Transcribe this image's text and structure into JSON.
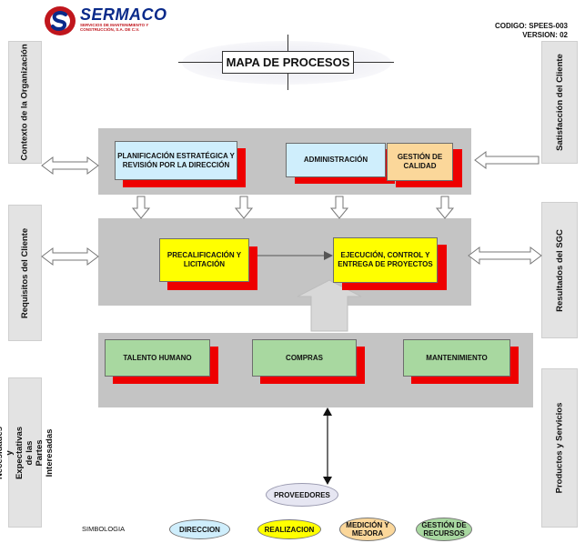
{
  "header": {
    "logo_text": "SERMACO",
    "logo_subtitle": "SERVICIOS DE MANTENIMIENTO Y CONSTRUCCIÓN, S.A. DE C.V.",
    "code": "CODIGO: SPEES-003",
    "version": "VERSION: 02",
    "title": "MAPA DE PROCESOS"
  },
  "left_panels": [
    "Contexto de la Organización",
    "Requisitos del Cliente",
    "Necesidades y Expectativas de las Partes Interesadas"
  ],
  "right_panels": [
    "Satisfacción del Cliente",
    "Resultados del SGC",
    "Productos y Servicios"
  ],
  "direction_processes": [
    "PLANIFICACIÓN ESTRATÉGICA Y REVISIÓN POR LA DIRECCIÓN",
    "ADMINISTRACIÓN",
    "GESTIÓN DE CALIDAD"
  ],
  "realization_processes": [
    "PRECALIFICACIÓN Y LICITACIÓN",
    "EJECUCIÓN, CONTROL Y ENTREGA DE PROYECTOS"
  ],
  "resource_processes": [
    "TALENTO HUMANO",
    "COMPRAS",
    "MANTENIMIENTO"
  ],
  "supplier": "PROVEEDORES",
  "legend": {
    "label": "SIMBOLOGIA",
    "items": [
      "DIRECCION",
      "REALIZACION",
      "MEDICIÓN Y MEJORA",
      "GESTIÓN DE RECURSOS"
    ]
  },
  "colors": {
    "direction": "#cfeefc",
    "realization": "#ffff00",
    "measurement": "#fbd79a",
    "resources": "#a8d8a0",
    "shadow": "#ee0000",
    "band": "#c4c4c4"
  }
}
